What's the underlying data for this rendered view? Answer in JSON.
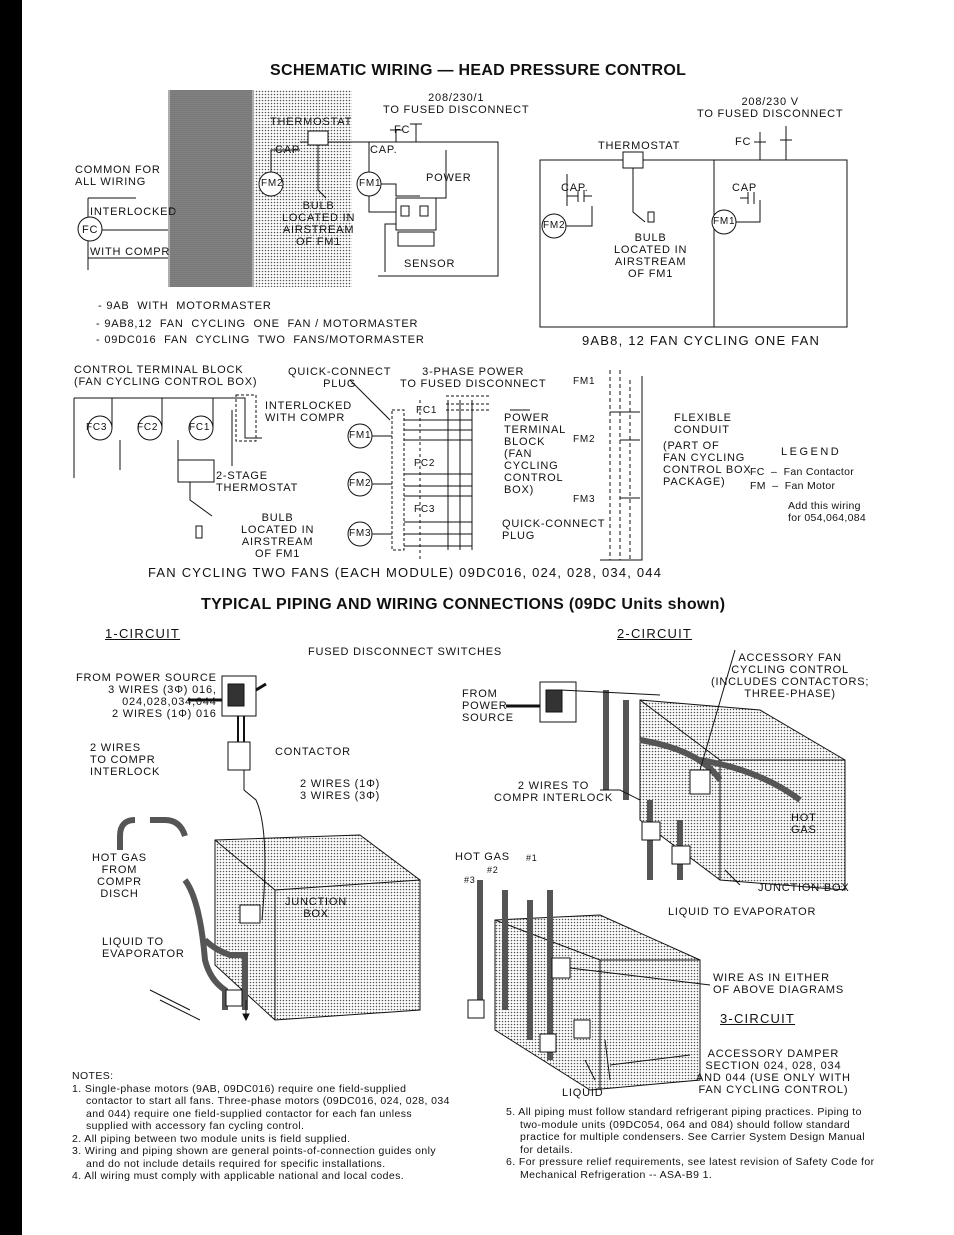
{
  "titles": {
    "schematic": "SCHEMATIC WIRING — HEAD PRESSURE CONTROL",
    "typical": "TYPICAL PIPING AND WIRING CONNECTIONS (09DC Units shown)"
  },
  "schematic_left": {
    "supply": "208/230/1\nTO FUSED DISCONNECT",
    "common": "COMMON FOR\nALL WIRING",
    "interlocked": "INTERLOCKED",
    "with_compr": "WITH COMPR",
    "fc": "FC",
    "thermostat": "THERMOSTAT",
    "cap": "CAP",
    "cap2": "CAP.",
    "fm2": "FM2",
    "fm1": "FM1",
    "power": "POWER",
    "bulb": "BULB\nLOCATED IN\nAIRSTREAM\nOF FM1",
    "sensor": "SENSOR",
    "fc_label": "FC"
  },
  "legend_left": [
    "- 9AB  WITH  MOTORMASTER",
    "- 9AB8,12  FAN  CYCLING  ONE  FAN / MOTORMASTER",
    "- 09DC016  FAN  CYCLING  TWO  FANS/MOTORMASTER"
  ],
  "schematic_right": {
    "supply": "208/230 V\nTO FUSED DISCONNECT",
    "thermostat": "THERMOSTAT",
    "fc": "FC",
    "cap_l": "CAP.",
    "cap_r": "CAP",
    "fm2": "FM2",
    "fm1": "FM1",
    "bulb": "BULB\nLOCATED IN\nAIRSTREAM\nOF FM1",
    "caption": "9AB8, 12  FAN  CYCLING  ONE  FAN"
  },
  "fan_two": {
    "ctb": "CONTROL TERMINAL BLOCK\n(FAN CYCLING CONTROL BOX)",
    "qc": "QUICK-CONNECT\nPLUG",
    "phase": "3-PHASE POWER\nTO FUSED DISCONNECT",
    "interlocked": "INTERLOCKED\nWITH COMPR",
    "fc3": "FC3",
    "fc2": "FC2",
    "fc1": "FC1",
    "stage": "2-STAGE\nTHERMOSTAT",
    "bulb": "BULB\nLOCATED IN\nAIRSTREAM\nOF FM1",
    "fm1": "FM1",
    "fm2": "FM2",
    "fm3": "FM3",
    "fc_a": "FC1",
    "fc_b": "FC2",
    "fc_c": "FC3",
    "ptb": "POWER\nTERMINAL\nBLOCK\n(FAN\nCYCLING\nCONTROL\nBOX)",
    "qc2": "QUICK-CONNECT\nPLUG",
    "flex": "FLEXIBLE\nCONDUIT",
    "part": "(PART OF\nFAN CYCLING\nCONTROL BOX\nPACKAGE)",
    "legend_title": "LEGEND",
    "legend": "FC  –  Fan Contactor\nFM  –  Fan Motor",
    "addwiring": "Add this wiring\nfor 054,064,084",
    "caption": "FAN  CYCLING  TWO  FANS  (EACH MODULE)  09DC016, 024, 028, 034, 044"
  },
  "piping": {
    "one_circuit": "1-CIRCUIT",
    "two_circuit": "2-CIRCUIT",
    "three_circuit": "3-CIRCUIT",
    "fused": "FUSED DISCONNECT SWITCHES",
    "from_source": "FROM POWER SOURCE\n3 WIRES (3Φ) 016,\n024,028,034,044\n2 WIRES (1Φ) 016",
    "two_wires": "2 WIRES\nTO COMPR\nINTERLOCK",
    "contactor": "CONTACTOR",
    "wires": "2 WIRES (1Φ)\n3 WIRES (3Φ)",
    "hot_gas": "HOT GAS\nFROM\nCOMPR\nDISCH",
    "junction": "JUNCTION\nBOX",
    "liquid": "LIQUID TO\nEVAPORATOR",
    "from_power": "FROM\nPOWER\nSOURCE",
    "accessory": "ACCESSORY FAN\nCYCLING CONTROL\n(INCLUDES CONTACTORS;\nTHREE-PHASE)",
    "two_wires_r": "2 WIRES TO\nCOMPR INTERLOCK",
    "hot_gas_r": "HOT GAS",
    "hot_gas_box": "HOT\nGAS",
    "junction_r": "JUNCTION BOX",
    "liquid_r": "LIQUID TO EVAPORATOR",
    "wire_as": "WIRE AS IN EITHER\nOF ABOVE DIAGRAMS",
    "damper": "ACCESSORY DAMPER\nSECTION 024, 028, 034\nAND 044 (USE ONLY WITH\nFAN CYCLING CONTROL)",
    "liquid_b": "LIQUID",
    "n1": "#1",
    "n2": "#2",
    "n3": "#3"
  },
  "notes": {
    "title": "NOTES:",
    "left": [
      "1.  Single-phase motors (9AB, 09DC016) require one field-supplied contactor to start all fans. Three-phase motors (09DC016, 024, 028, 034 and 044) require one field-supplied contactor for each fan unless supplied with accessory fan cycling control.",
      "2.  All piping between two module units is field supplied.",
      "3.  Wiring and piping shown are general points-of-connection guides only and do not include details required for specific installations.",
      "4.  All wiring must comply with applicable national and local codes."
    ],
    "right": [
      "5.  All piping must follow standard refrigerant piping practices. Piping to two-module units (09DC054, 064 and 084) should follow standard practice for multiple condensers. See Carrier System Design Manual for details.",
      "6.  For pressure relief requirements, see latest revision of Safety Code for Mechanical Refrigeration -- ASA-B9 1."
    ]
  }
}
